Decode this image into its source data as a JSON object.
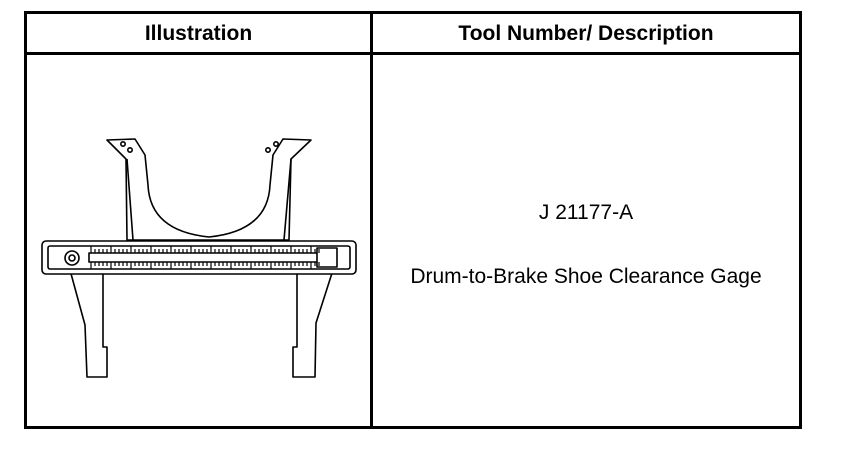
{
  "table": {
    "headers": {
      "illustration": "Illustration",
      "tool": "Tool Number/ Description"
    },
    "rows": [
      {
        "illustration_icon": "drum-to-brake-shoe-clearance-gage-icon",
        "tool_number": "J 21177-A",
        "description": "Drum-to-Brake Shoe Clearance Gage"
      }
    ]
  }
}
